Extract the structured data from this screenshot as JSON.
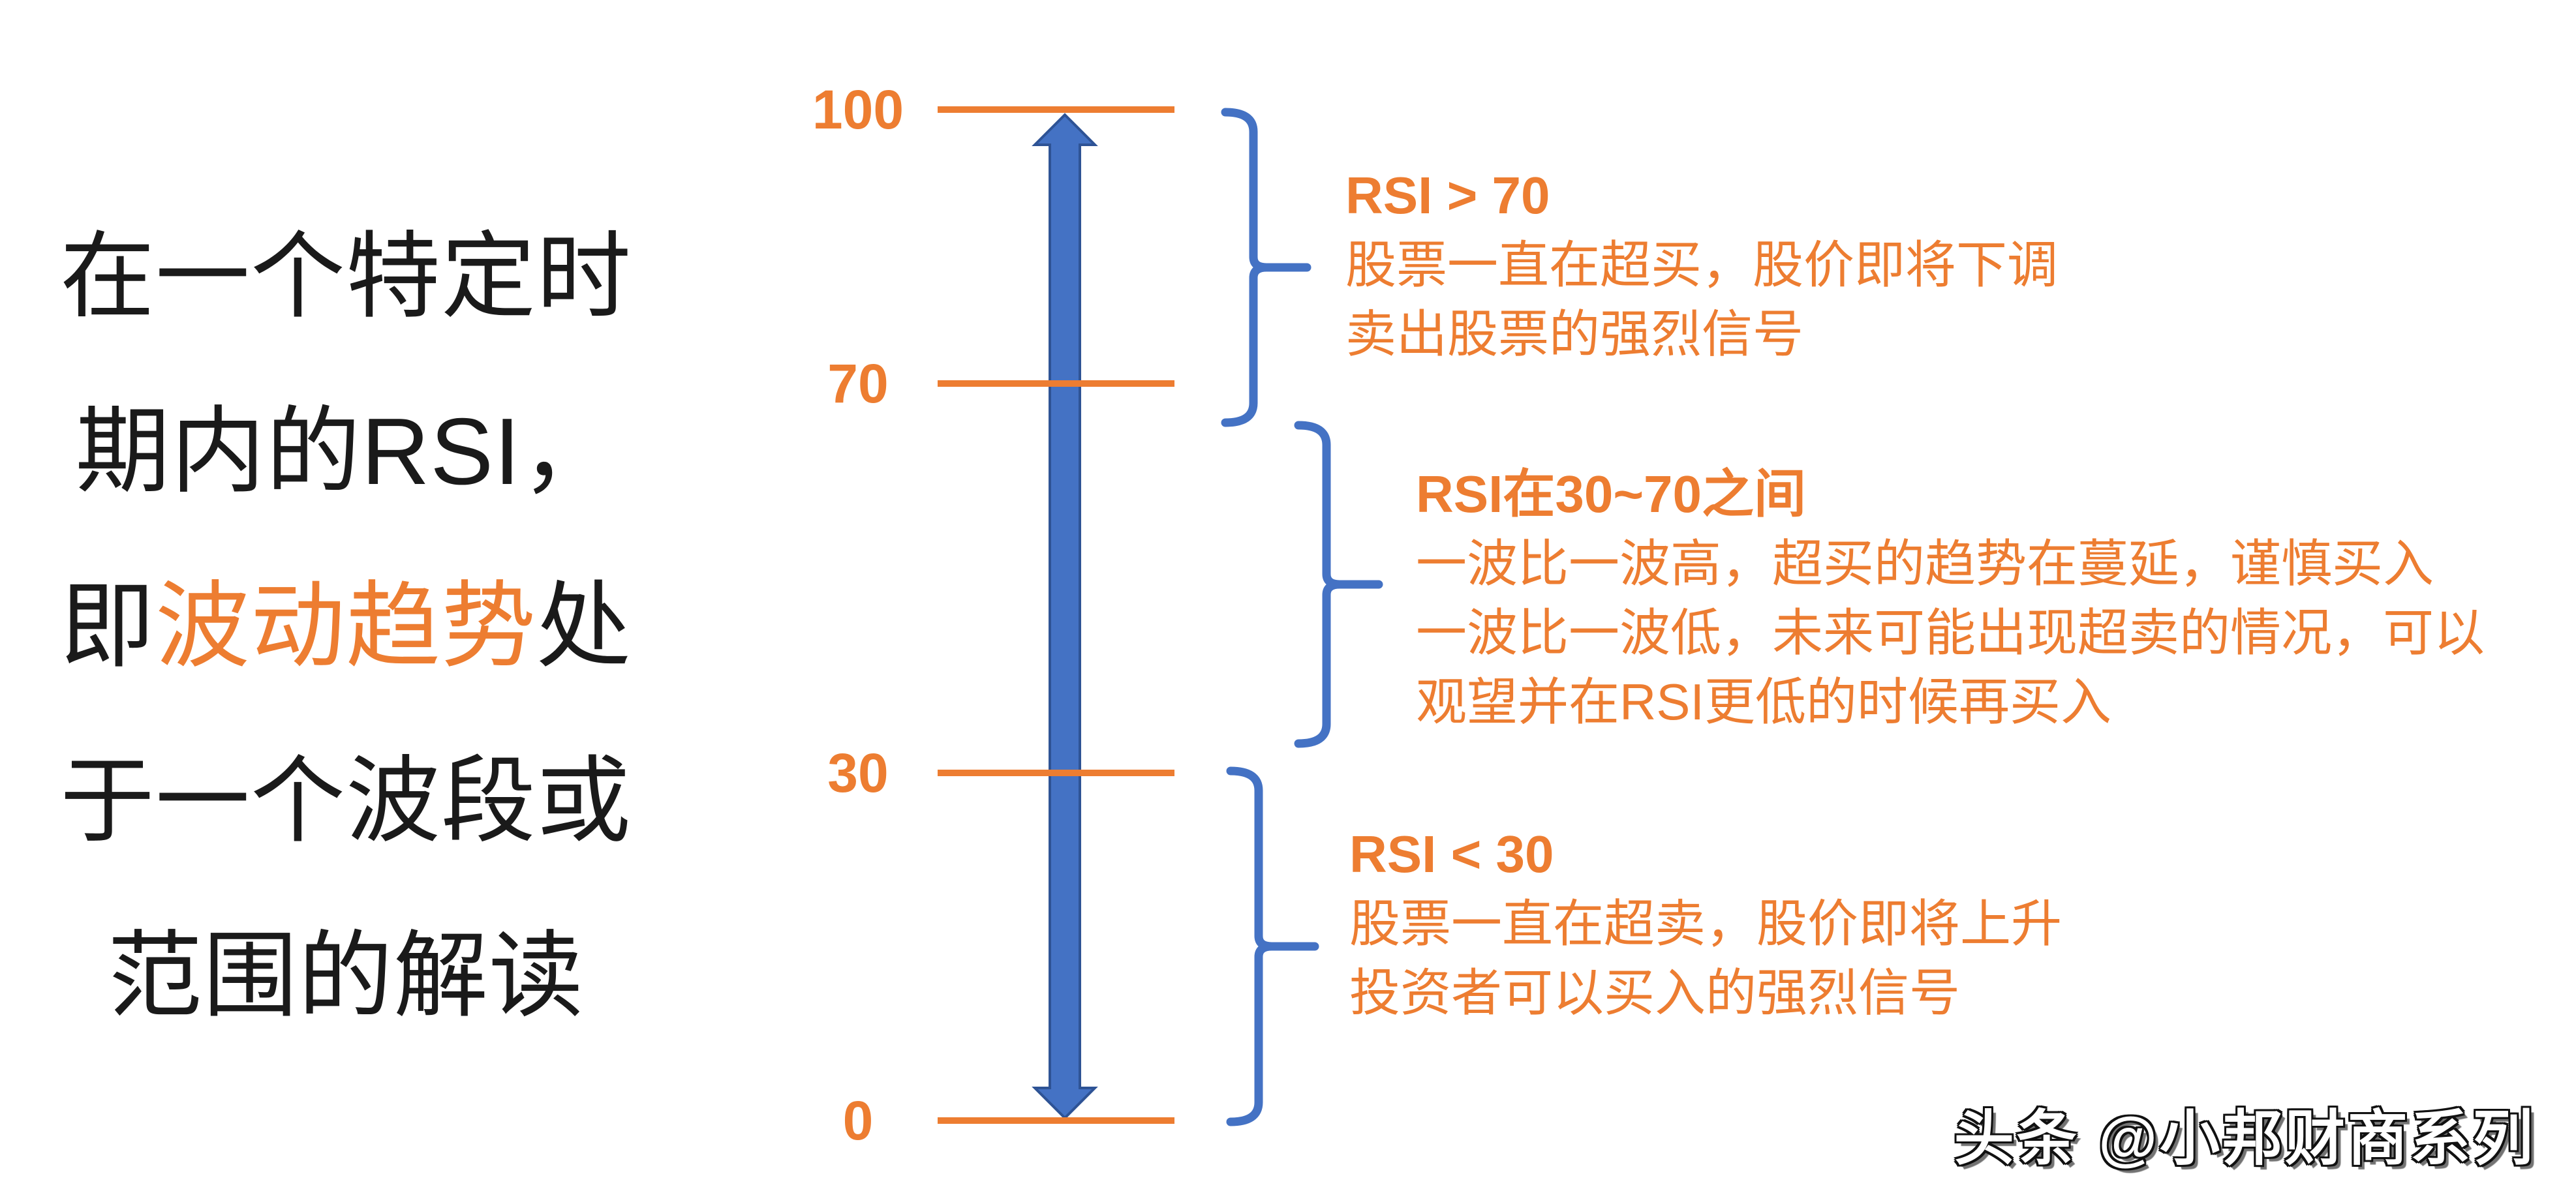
{
  "colors": {
    "orange": "#ED7D31",
    "blue": "#4472C4",
    "blue_dark": "#2E5395",
    "text_black": "#1a1a1a"
  },
  "left_text": {
    "line1": "在一个特定时",
    "line2": "期内的RSI，",
    "line3_pre": "即",
    "line3_highlight": "波动趋势",
    "line3_post": "处",
    "line4": "于一个波段或",
    "line5": "范围的解读"
  },
  "scale": {
    "labels": [
      {
        "value": "100"
      },
      {
        "value": "70"
      },
      {
        "value": "30"
      },
      {
        "value": "0"
      }
    ]
  },
  "annotations": [
    {
      "title": "RSI > 70",
      "lines": [
        "股票一直在超买，股价即将下调",
        "卖出股票的强烈信号"
      ]
    },
    {
      "title": "RSI在30~70之间",
      "lines": [
        "一波比一波高，超买的趋势在蔓延，谨慎买入",
        "一波比一波低，未来可能出现超卖的情况，可以",
        "观望并在RSI更低的时候再买入"
      ]
    },
    {
      "title": "RSI < 30",
      "lines": [
        "股票一直在超卖，股价即将上升",
        "投资者可以买入的强烈信号"
      ]
    }
  ],
  "watermark": {
    "text": "头条 @小邦财商系列"
  }
}
